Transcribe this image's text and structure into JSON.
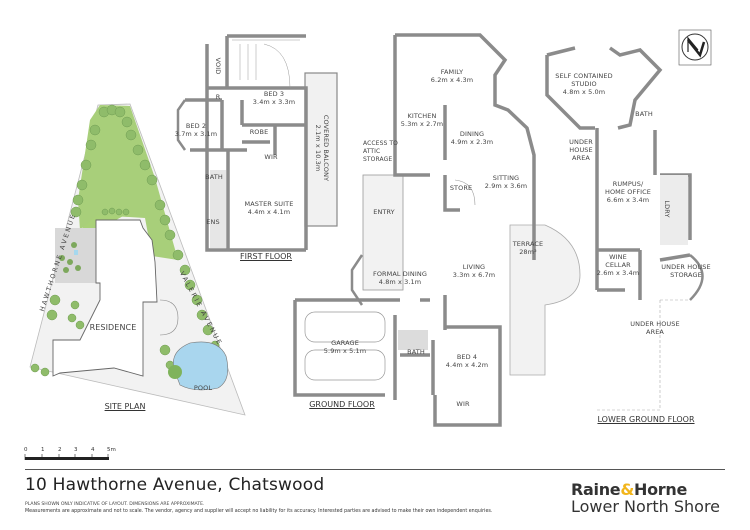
{
  "property": {
    "address": "10 Hawthorne Avenue, Chatswood",
    "disclaimer_short": "PLANS SHOWN ONLY INDICATIVE OF LAYOUT. DIMENSIONS ARE APPROXIMATE.",
    "disclaimer_long": "Measurements are approximate and not to scale. The vendor, agency and supplier will accept no liability for its accuracy. Interested parties are advised to make their own independent enquiries."
  },
  "agency": {
    "name_part1": "Raine",
    "ampersand": "&",
    "name_part2": "Horne",
    "office": "Lower North Shore",
    "accent_color": "#f2b51b"
  },
  "scale_bar": {
    "ticks": [
      "0",
      "1",
      "2",
      "3",
      "4",
      "5m"
    ]
  },
  "compass": {
    "icon": "north-arrow-icon"
  },
  "site_plan": {
    "title": "SITE PLAN",
    "streets": [
      "HAWTHORNE AVENUE",
      "VALERIE AVENUE"
    ],
    "labels": {
      "residence": "RESIDENCE",
      "pool": "POOL"
    }
  },
  "first_floor": {
    "title": "FIRST FLOOR",
    "rooms": [
      {
        "name": "VOID",
        "dims": ""
      },
      {
        "name": "BED 3",
        "dims": "3.4m x 3.3m"
      },
      {
        "name": "BED 2",
        "dims": "3.7m x 3.1m"
      },
      {
        "name": "R",
        "dims": ""
      },
      {
        "name": "ROBE",
        "dims": ""
      },
      {
        "name": "WIR",
        "dims": ""
      },
      {
        "name": "BATH",
        "dims": ""
      },
      {
        "name": "ENS",
        "dims": ""
      },
      {
        "name": "MASTER SUITE",
        "dims": "4.4m x 4.1m"
      },
      {
        "name": "COVERED BALCONY",
        "dims": "2.1m x 10.3m"
      }
    ],
    "note": "ACCESS TO ATTIC STORAGE"
  },
  "ground_floor": {
    "title": "GROUND FLOOR",
    "rooms": [
      {
        "name": "FAMILY",
        "dims": "6.2m x 4.3m"
      },
      {
        "name": "KITCHEN",
        "dims": "5.3m x 2.7m"
      },
      {
        "name": "DINING",
        "dims": "4.9m x 2.3m"
      },
      {
        "name": "STORE",
        "dims": ""
      },
      {
        "name": "SITTING",
        "dims": "2.9m x 3.6m"
      },
      {
        "name": "ENTRY",
        "dims": ""
      },
      {
        "name": "TERRACE",
        "dims": "28m²"
      },
      {
        "name": "LIVING",
        "dims": "3.3m x 6.7m"
      },
      {
        "name": "FORMAL DINING",
        "dims": "4.8m x 3.1m"
      },
      {
        "name": "GARAGE",
        "dims": "5.9m x 5.1m"
      },
      {
        "name": "BATH",
        "dims": ""
      },
      {
        "name": "BED 4",
        "dims": "4.4m x 4.2m"
      },
      {
        "name": "WIR",
        "dims": ""
      }
    ]
  },
  "lower_ground_floor": {
    "title": "LOWER GROUND FLOOR",
    "rooms": [
      {
        "name": "SELF CONTAINED STUDIO",
        "dims": "4.8m x 5.0m"
      },
      {
        "name": "BATH",
        "dims": ""
      },
      {
        "name": "UNDER HOUSE AREA",
        "dims": ""
      },
      {
        "name": "RUMPUS/ HOME OFFICE",
        "dims": "6.6m x 3.4m"
      },
      {
        "name": "LDRY",
        "dims": ""
      },
      {
        "name": "WINE CELLAR",
        "dims": "2.6m x 3.4m"
      },
      {
        "name": "UNDER HOUSE STORAGE",
        "dims": ""
      },
      {
        "name": "UNDER HOUSE AREA",
        "dims": ""
      }
    ]
  }
}
